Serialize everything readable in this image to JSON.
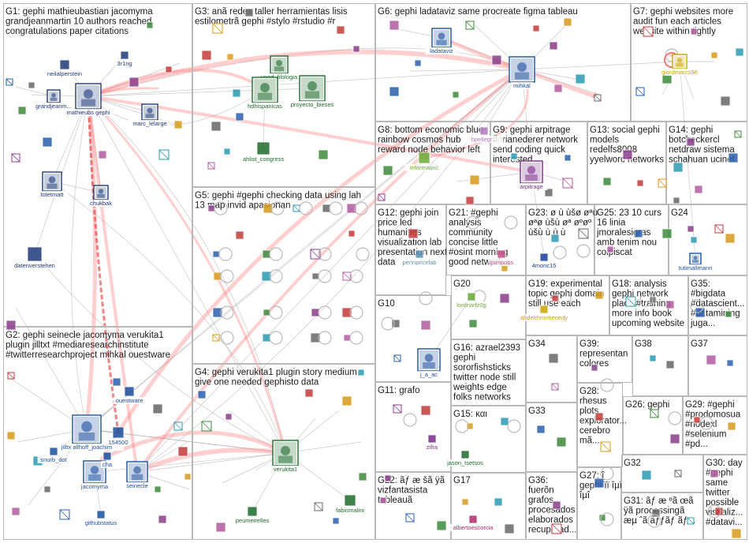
{
  "groups": [
    {
      "id": "G1",
      "lines": [
        "G1: gephi mathieubastian jacomyma",
        "grandjeanmartin 10 authors reached",
        "congratulations paper citations"
      ]
    },
    {
      "id": "G2",
      "lines": [
        "G2: gephi seinecle jacomyma verukita1",
        "plugin jilltxt #mediaresearchinstitute",
        "#twitterresearchproject mihkal ouestware"
      ]
    },
    {
      "id": "G3",
      "lines": [
        "G3: anã redes taller herramientas lisis",
        "estilometrã gephi #stylo #rstudio #r"
      ]
    },
    {
      "id": "G4",
      "lines": [
        "G4: gephi verukita1 plugin story medium",
        "give one needed gephisto data"
      ]
    },
    {
      "id": "G5",
      "lines": [
        "G5: gephi #gephi checking data using lah",
        "13 map invid apasionan"
      ]
    },
    {
      "id": "G6",
      "lines": [
        "G6: gephi ladataviz same procreate figma tableau"
      ]
    },
    {
      "id": "G7",
      "lines": [
        "G7: gephi websites more",
        "audit fun each articles",
        "website within tightly"
      ]
    },
    {
      "id": "G8",
      "lines": [
        "G8: bottom economic blue",
        "rainbow cosmos hub",
        "reward node behavior left"
      ]
    },
    {
      "id": "G9",
      "lines": [
        "G9: gephi arpitrage",
        "florianederer network",
        "send coding quick",
        "interested"
      ]
    },
    {
      "id": "G10",
      "lines": [
        "G10"
      ]
    },
    {
      "id": "G11",
      "lines": [
        "G11: grafo"
      ]
    },
    {
      "id": "G12",
      "lines": [
        "G12: gephi join",
        "price led",
        "humanities",
        "visualization lab",
        "presentation next",
        "data"
      ]
    },
    {
      "id": "G13",
      "lines": [
        "G13: social gephi",
        "models",
        "redelfs8008",
        "yyelworc networks"
      ]
    },
    {
      "id": "G14",
      "lines": [
        "G14: gephi",
        "botcheckercl",
        "netdraw sistema",
        "schahuan ucinet"
      ]
    },
    {
      "id": "G15",
      "lines": [
        "G15: και"
      ]
    },
    {
      "id": "G16",
      "lines": [
        "G16: azrael2393",
        "gephi",
        "sororfishsticks",
        "twitter node still",
        "weights edge",
        "folks networks"
      ]
    },
    {
      "id": "G17",
      "lines": [
        "G17"
      ]
    },
    {
      "id": "G18",
      "lines": [
        "G18: analysis",
        "gephi network",
        "place #training",
        "more info book",
        "upcoming website"
      ]
    },
    {
      "id": "G19",
      "lines": [
        "G19: experimental",
        "topic gephi domain",
        "still use each"
      ]
    },
    {
      "id": "G20",
      "lines": [
        "G20"
      ]
    },
    {
      "id": "G21",
      "lines": [
        "G21: #gephi",
        "analysis",
        "community",
        "concise little",
        "#osint morning",
        "good network..."
      ]
    },
    {
      "id": "G22",
      "lines": [
        "G22: ãƒ æ šã ÿã",
        "vizfantasista",
        "tableauã"
      ]
    },
    {
      "id": "G23",
      "lines": [
        "G23: ø ù ùšø øªù",
        "øªø ùšù øª øºøº",
        "ùšù ù ù ù"
      ]
    },
    {
      "id": "G24",
      "lines": [
        "G24"
      ]
    },
    {
      "id": "G25",
      "lines": [
        "G25: 23 10 curs",
        "16 linia",
        "jmoralesigras",
        "amb tenim nou",
        "colpiscat"
      ]
    },
    {
      "id": "G26",
      "lines": [
        "G26: gephi"
      ]
    },
    {
      "id": "G27",
      "lines": [
        "G27: î",
        "gephi ïï îµï",
        "îµî"
      ]
    },
    {
      "id": "G28",
      "lines": [
        "G28:",
        "rhesus",
        "plots",
        "explorator...",
        "cerebro",
        "mã..."
      ]
    },
    {
      "id": "G29",
      "lines": [
        "G29: #gephi",
        "#prodomosua",
        "#nodexl",
        "#selenium",
        "#pd..."
      ]
    },
    {
      "id": "G30",
      "lines": [
        "G30: day",
        "#gephi",
        "same",
        "twitter",
        "possible",
        "visualiz...",
        "#datavi..."
      ]
    },
    {
      "id": "G31",
      "lines": [
        "G31: ãƒ æ ºã œã",
        "ÿã processingã",
        "æµ ˆã ãƒƒãƒ ãƒ..."
      ]
    },
    {
      "id": "G32",
      "lines": [
        "G32"
      ]
    },
    {
      "id": "G33",
      "lines": [
        "G33"
      ]
    },
    {
      "id": "G34",
      "lines": [
        "G34"
      ]
    },
    {
      "id": "G35",
      "lines": [
        "G35:",
        "#bigdata",
        "#datascient...",
        "#datamining",
        "juga..."
      ]
    },
    {
      "id": "G36",
      "lines": [
        "G36:",
        "fuerõn",
        "grafos",
        "procesados",
        "elaborados",
        "recuperad..."
      ]
    },
    {
      "id": "G37",
      "lines": [
        "G37"
      ]
    },
    {
      "id": "G38",
      "lines": [
        "G38"
      ]
    },
    {
      "id": "G39",
      "lines": [
        "G39:",
        "representan",
        "colores"
      ]
    }
  ],
  "nodes": [
    {
      "label": "neilalperstein",
      "color": "#1f3a7a"
    },
    {
      "label": "3r1ng",
      "color": "#1f3a7a"
    },
    {
      "label": "grandjeanm...",
      "color": "#1f3a7a"
    },
    {
      "label": "mathieubs gephi",
      "color": "#1f3a7a"
    },
    {
      "label": "marc_lelarge",
      "color": "#1f3a7a"
    },
    {
      "label": "totetmatt",
      "color": "#1f3a7a"
    },
    {
      "label": "chukbak",
      "color": "#1f3a7a"
    },
    {
      "label": "datenverstehen",
      "color": "#1f3a7a"
    },
    {
      "label": "uned_filologia",
      "color": "#1d6b2a"
    },
    {
      "label": "hdhispanicas",
      "color": "#1d6b2a"
    },
    {
      "label": "proyecto_bieses",
      "color": "#1d6b2a"
    },
    {
      "label": "ahlist_congress",
      "color": "#1d6b2a"
    },
    {
      "label": "ladataviz",
      "color": "#1a4f9c"
    },
    {
      "label": "mihkal",
      "color": "#1a4f9c"
    },
    {
      "label": "giordmarco96",
      "color": "#c9a400"
    },
    {
      "label": "informalinc",
      "color": "#6aa832"
    },
    {
      "label": "bpellegr...",
      "color": "#b07ac0"
    },
    {
      "label": "arpitrage",
      "color": "#7a2a8a"
    },
    {
      "label": "pennpricelab",
      "color": "#5a8fb0"
    },
    {
      "label": "gsmpobs",
      "color": "#c24a8a"
    },
    {
      "label": "4monc15",
      "color": "#1a3f9c"
    },
    {
      "label": "lordnarfz0g",
      "color": "#6aa832"
    },
    {
      "label": "abdelrhmnhenedy",
      "color": "#c9a400"
    },
    {
      "label": "tutimallmann",
      "color": "#1a4f9c"
    },
    {
      "label": "j_a_ac",
      "color": "#1a4f9c"
    },
    {
      "label": "zifra",
      "color": "#7a2a8a"
    },
    {
      "label": "jason_tsetsos",
      "color": "#1d6b2a"
    },
    {
      "label": "albertoescorcia",
      "color": "#b02a6a"
    },
    {
      "label": "verukita1",
      "color": "#1d6b2a"
    },
    {
      "label": "peumeirelles",
      "color": "#1d6b2a"
    },
    {
      "label": "fabiomalini",
      "color": "#1d6b2a"
    },
    {
      "label": "ouestware",
      "color": "#1a4f9c"
    },
    {
      "label": "jilltx allhoff_joachim",
      "color": "#1a4f9c"
    },
    {
      "label": "154500",
      "color": "#1a4f9c"
    },
    {
      "label": "snurb_dot",
      "color": "#1a4f9c"
    },
    {
      "label": "jacomyma",
      "color": "#1a4f9c"
    },
    {
      "label": "seinecle",
      "color": "#1a4f9c"
    },
    {
      "label": "githubstatus",
      "color": "#1a4f9c"
    },
    {
      "label": "cha",
      "color": "#1a4f9c"
    }
  ]
}
